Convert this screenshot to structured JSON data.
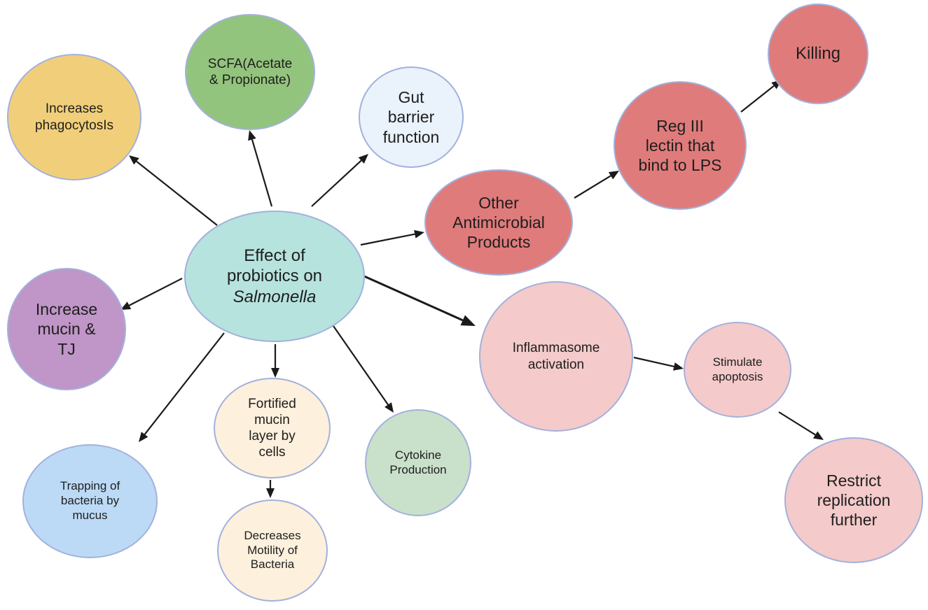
{
  "colors": {
    "border": "#a3b1dc",
    "arrow": "#1a1a1a",
    "center": "#b6e3de",
    "phagocytosis": "#f1cf7a",
    "scfa": "#93c47d",
    "gut_barrier": "#eaf2fb",
    "antimicrobial_red": "#e07b7b",
    "mucin_tj": "#c095c7",
    "trapping": "#bcdaf5",
    "fortified": "#fdf0dd",
    "cytokine": "#c9e0cb",
    "inflammasome_pink": "#f4caca"
  },
  "nodes": {
    "center": {
      "lines": [
        "Effect of",
        "probiotics on"
      ],
      "italic_line": "Salmonella"
    },
    "phagocytosis": {
      "lines": [
        "Increases",
        "phagocytosIs"
      ]
    },
    "scfa": {
      "lines": [
        "SCFA(Acetate",
        "& Propionate)"
      ]
    },
    "gut_barrier": {
      "lines": [
        "Gut",
        "barrier",
        "function"
      ]
    },
    "other_antimicrobial": {
      "lines": [
        "Other",
        "Antimicrobial",
        "Products"
      ]
    },
    "reg_iii": {
      "lines": [
        "Reg III",
        "lectin that",
        "bind to LPS"
      ]
    },
    "killing": {
      "lines": [
        "Killing"
      ]
    },
    "mucin_tj": {
      "lines": [
        "Increase",
        "mucin &",
        "TJ"
      ]
    },
    "trapping": {
      "lines": [
        "Trapping of",
        "bacteria by",
        "mucus"
      ]
    },
    "fortified_mucin": {
      "lines": [
        "Fortified",
        "mucin",
        "layer by",
        "cells"
      ]
    },
    "decreases_motility": {
      "lines": [
        "Decreases",
        "Motility of",
        "Bacteria"
      ]
    },
    "cytokine": {
      "lines": [
        "Cytokine",
        "Production"
      ]
    },
    "inflammasome": {
      "lines": [
        "Inflammasome",
        "activation"
      ]
    },
    "apoptosis": {
      "lines": [
        "Stimulate",
        "apoptosis"
      ]
    },
    "restrict": {
      "lines": [
        "Restrict",
        "replication",
        "further"
      ]
    }
  },
  "arrows": [
    {
      "from": "center",
      "to": "phagocytosis"
    },
    {
      "from": "center",
      "to": "scfa"
    },
    {
      "from": "center",
      "to": "gut_barrier"
    },
    {
      "from": "center",
      "to": "other_antimicrobial"
    },
    {
      "from": "other_antimicrobial",
      "to": "reg_iii"
    },
    {
      "from": "reg_iii",
      "to": "killing"
    },
    {
      "from": "center",
      "to": "mucin_tj"
    },
    {
      "from": "center",
      "to": "trapping"
    },
    {
      "from": "center",
      "to": "fortified_mucin"
    },
    {
      "from": "fortified_mucin",
      "to": "decreases_motility"
    },
    {
      "from": "center",
      "to": "cytokine"
    },
    {
      "from": "center",
      "to": "inflammasome"
    },
    {
      "from": "inflammasome",
      "to": "apoptosis"
    },
    {
      "from": "apoptosis",
      "to": "restrict"
    }
  ]
}
